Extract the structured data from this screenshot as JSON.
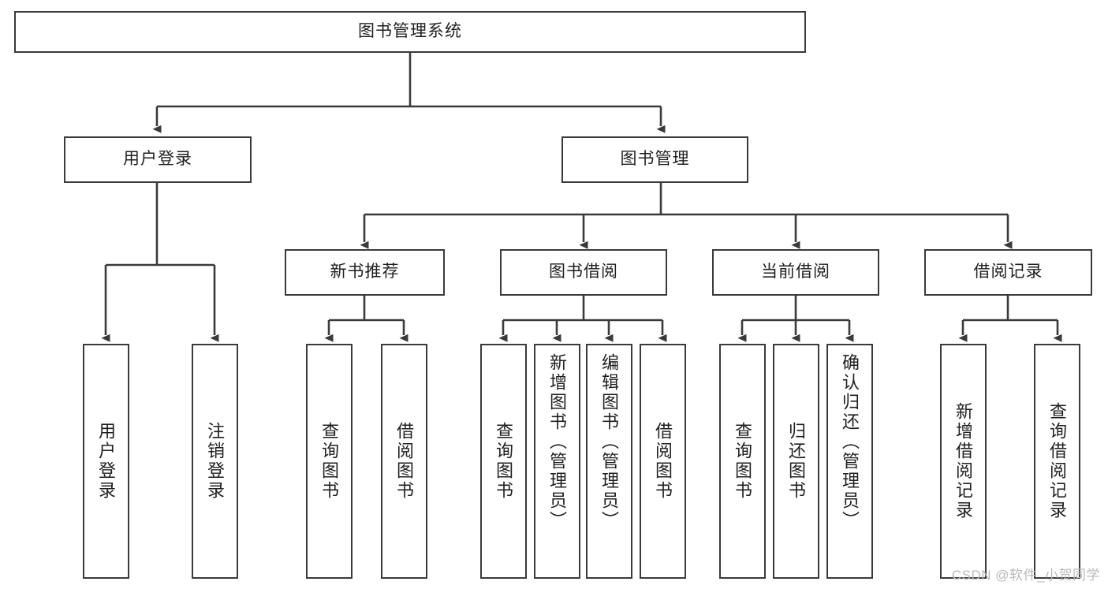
{
  "diagram": {
    "title": "图书管理系统",
    "root": {
      "label": "图书管理系统"
    },
    "level1": [
      {
        "label": "用户登录"
      },
      {
        "label": "图书管理"
      }
    ],
    "level2": [
      {
        "label": "新书推荐"
      },
      {
        "label": "图书借阅"
      },
      {
        "label": "当前借阅"
      },
      {
        "label": "借阅记录"
      }
    ],
    "leaves": {
      "user_login": [
        {
          "label": "用户登录"
        },
        {
          "label": "注销登录"
        }
      ],
      "new_book": [
        {
          "label": "查询图书"
        },
        {
          "label": "借阅图书"
        }
      ],
      "borrow_book": [
        {
          "label": "查询图书"
        },
        {
          "label": "新增图书（管理员）"
        },
        {
          "label": "编辑图书（管理员）"
        },
        {
          "label": "借阅图书"
        }
      ],
      "current_borrow": [
        {
          "label": "查询图书"
        },
        {
          "label": "归还图书"
        },
        {
          "label": "确认归还（管理员）"
        }
      ],
      "borrow_record": [
        {
          "label": "新增借阅记录"
        },
        {
          "label": "查询借阅记录"
        }
      ]
    }
  },
  "watermark": {
    "text": "CSDN @软件_小贺同学"
  },
  "colors": {
    "stroke": "#3a3a3a",
    "background": "#ffffff",
    "text": "#1f1f1f",
    "watermark": "#b9b9b9"
  }
}
